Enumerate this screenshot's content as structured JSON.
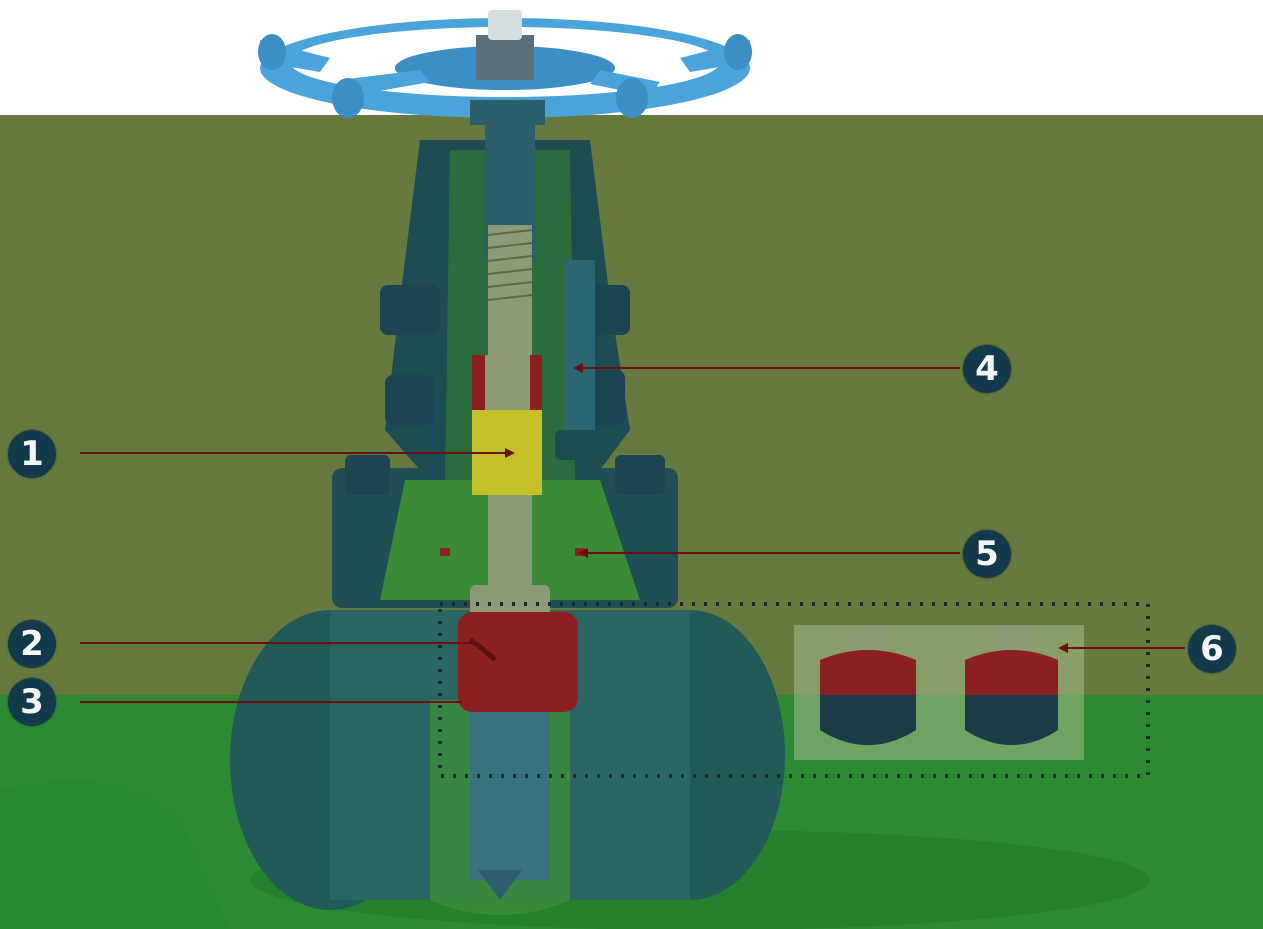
{
  "colors": {
    "sky": "#ffffff",
    "wall": "#667a3f",
    "floor": "#2c8a34",
    "handwheel": "#4aa3d9",
    "body": "#1d5050",
    "stem": "#8c9a76",
    "bushing": "#c4c02a",
    "packing": "#8c1f1f",
    "leader": "#6b1010",
    "badge": "#123a4c"
  },
  "callouts": [
    {
      "number": "1",
      "part": "backseat-bushing"
    },
    {
      "number": "2",
      "part": "disc-nut"
    },
    {
      "number": "3",
      "part": "disc"
    },
    {
      "number": "4",
      "part": "gland-packing"
    },
    {
      "number": "5",
      "part": "bonnet-gasket"
    },
    {
      "number": "6",
      "part": "disc-variants"
    }
  ],
  "icons": [
    "handwheel-icon",
    "valve-body-icon"
  ]
}
